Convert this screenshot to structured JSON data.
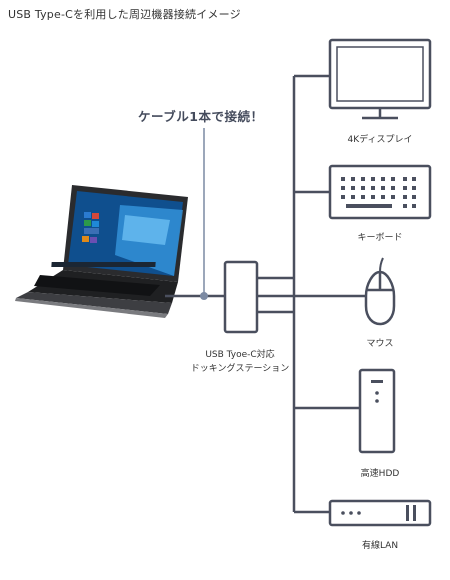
{
  "title": "USB Type-Cを利用した周辺機器接続イメージ",
  "callout": "ケーブル1本で接続！",
  "dock": {
    "line1": "USB Tyoe-C対応",
    "line2": "ドッキングステーション"
  },
  "devices": {
    "monitor": "4Kディスプレイ",
    "keyboard": "キーボード",
    "mouse": "マウス",
    "hdd": "高速HDD",
    "lan": "有線LAN"
  },
  "colors": {
    "line": "#4a4f5e",
    "accent": "#7c8aa3",
    "ink": "#333333"
  }
}
